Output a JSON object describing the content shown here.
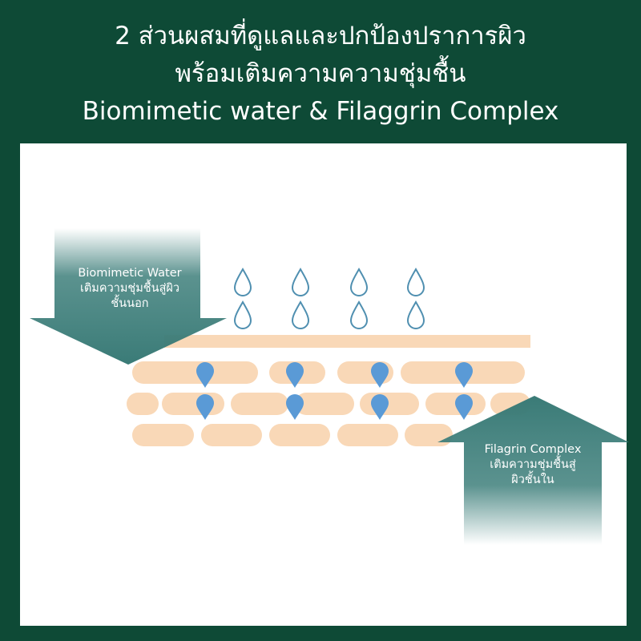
{
  "title": {
    "line1": "2 ส่วนผสมที่ดูแลและปกป้องปราการผิว",
    "line2": "พร้อมเติมความความชุ่มชื้น",
    "line3": "Biomimetic water & Filaggrin Complex"
  },
  "arrow_left": {
    "line1": "Biomimetic Water",
    "line2": "เติมความชุ่มชื้นสู่ผิว",
    "line3": "ชั้นนอก"
  },
  "arrow_right": {
    "line1": "Filagrin Complex",
    "line2": "เติมความชุ่มชื้นสู่",
    "line3": "ผิวชั้นใน"
  },
  "colors": {
    "background": "#0e4a36",
    "panel": "#ffffff",
    "skin_cell": "#f9d8b7",
    "water_drop_outline": "#4f8fb0",
    "water_drop_fill": "#5a9ad6",
    "arrow": "#3e7f7b"
  },
  "icons": [
    "water-drop-outline-icon",
    "water-drop-filled-icon",
    "down-arrow-icon",
    "up-arrow-icon"
  ]
}
